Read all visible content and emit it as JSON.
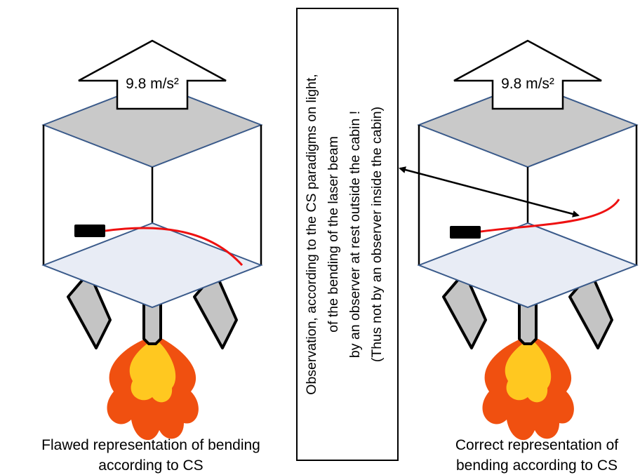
{
  "left_panel": {
    "acceleration_label": "9.8 m/s²",
    "caption_line1": "Flawed representation of bending",
    "caption_line2": "according to CS"
  },
  "right_panel": {
    "acceleration_label": "9.8 m/s²",
    "caption_line1": "Correct representation of",
    "caption_line2": "bending according to CS"
  },
  "observation_box": {
    "line1": "Observation, according to the CS paradigms on light,",
    "line2": "of the bending of the laser beam",
    "line3": "by an observer at rest outside the cabin !",
    "line4": "(Thus not by an observer inside the cabin)"
  },
  "colors": {
    "roof": "#c9c9c9",
    "floor": "#e8ecf5",
    "edge_blue": "#3a5a8a",
    "beam": "#ee1111",
    "flame_outer": "#f05010",
    "flame_inner": "#ffc820",
    "fin": "#c4c4c4"
  }
}
